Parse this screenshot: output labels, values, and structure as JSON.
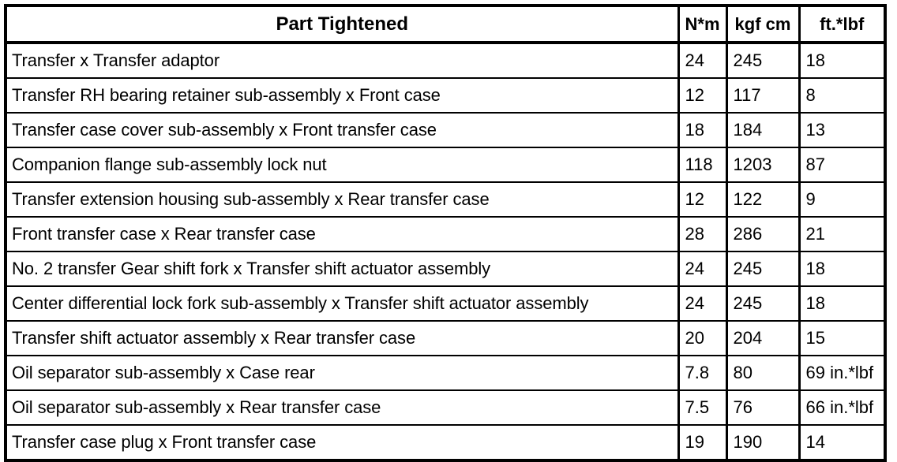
{
  "table": {
    "columns": [
      {
        "key": "part",
        "label": "Part Tightened",
        "align": "center"
      },
      {
        "key": "nm",
        "label": "N*m",
        "align": "center"
      },
      {
        "key": "kgf",
        "label": "kgf cm",
        "align": "center"
      },
      {
        "key": "ftlbf",
        "label": "ft.*lbf",
        "align": "center"
      }
    ],
    "rows": [
      {
        "part": "Transfer x Transfer adaptor",
        "nm": "24",
        "kgf": "245",
        "ftlbf": "18"
      },
      {
        "part": "Transfer RH bearing retainer sub-assembly x Front case",
        "nm": "12",
        "kgf": "117",
        "ftlbf": "8"
      },
      {
        "part": "Transfer case cover sub-assembly x Front transfer case",
        "nm": "18",
        "kgf": "184",
        "ftlbf": "13"
      },
      {
        "part": "Companion flange sub-assembly lock nut",
        "nm": "118",
        "kgf": "1203",
        "ftlbf": "87"
      },
      {
        "part": "Transfer extension housing sub-assembly x Rear transfer case",
        "nm": "12",
        "kgf": "122",
        "ftlbf": "9"
      },
      {
        "part": "Front transfer case x Rear transfer case",
        "nm": "28",
        "kgf": "286",
        "ftlbf": "21"
      },
      {
        "part": "No. 2 transfer Gear shift fork x Transfer shift actuator assembly",
        "nm": "24",
        "kgf": "245",
        "ftlbf": "18"
      },
      {
        "part": "Center differential lock fork sub-assembly x Transfer shift actuator assembly",
        "nm": "24",
        "kgf": "245",
        "ftlbf": "18"
      },
      {
        "part": "Transfer shift actuator assembly x Rear transfer case",
        "nm": "20",
        "kgf": "204",
        "ftlbf": "15"
      },
      {
        "part": "Oil separator sub-assembly x Case rear",
        "nm": "7.8",
        "kgf": "80",
        "ftlbf": "69 in.*lbf"
      },
      {
        "part": "Oil separator sub-assembly x Rear transfer case",
        "nm": "7.5",
        "kgf": "76",
        "ftlbf": "66 in.*lbf"
      },
      {
        "part": "Transfer case plug x Front transfer case",
        "nm": "19",
        "kgf": "190",
        "ftlbf": "14"
      }
    ]
  },
  "style": {
    "text_color": "#000000",
    "background_color": "#ffffff",
    "border_color": "#000000"
  }
}
